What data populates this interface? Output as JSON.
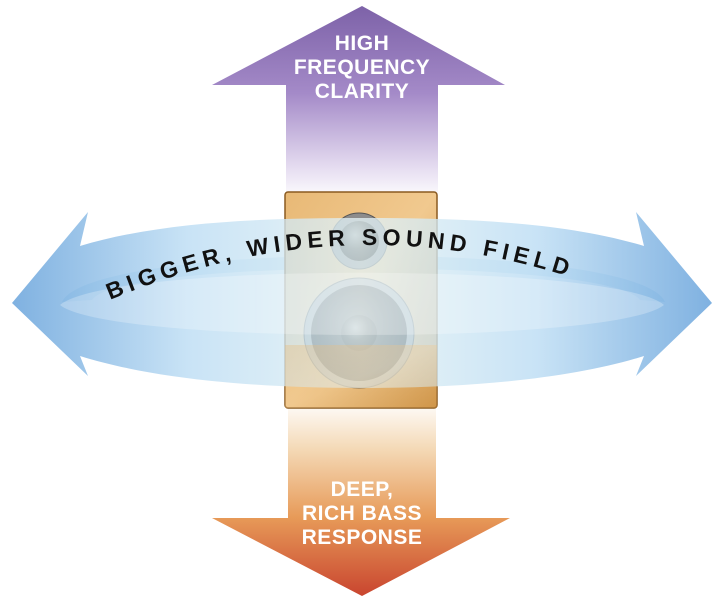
{
  "top_arrow": {
    "lines": [
      "HIGH",
      "FREQUENCY",
      "CLARITY"
    ]
  },
  "bottom_arrow": {
    "lines": [
      "DEEP,",
      "RICH BASS",
      "RESPONSE"
    ]
  },
  "ring_text": "BIGGER, WIDER SOUND FIELD",
  "colors": {
    "top_arrow": "#8d6fb5",
    "bottom_arrow": "#d2663a",
    "ring": "#6aa9de",
    "cabinet": "#deaa5e"
  }
}
